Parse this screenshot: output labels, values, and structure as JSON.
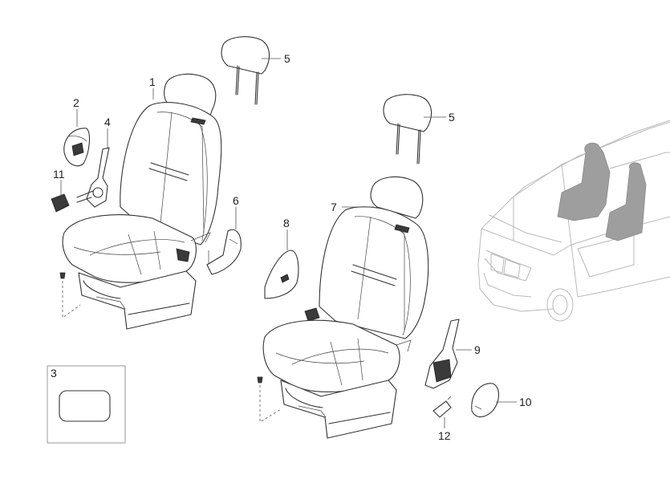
{
  "callouts": {
    "c1": "1",
    "c2": "2",
    "c3": "3",
    "c4": "4",
    "c5a": "5",
    "c5b": "5",
    "c6": "6",
    "c7": "7",
    "c8": "8",
    "c9": "9",
    "c10": "10",
    "c11": "11",
    "c12": "12"
  },
  "colors": {
    "line": "#333333",
    "van": "#b9b9b9",
    "van_seats": "#9e9e9e",
    "inset_border": "#9a9a9a"
  }
}
